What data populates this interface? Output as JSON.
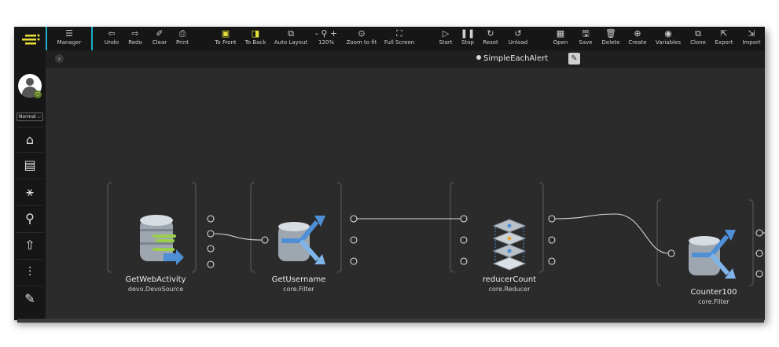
{
  "toolbar": {
    "items": [
      {
        "label": "Manager",
        "icon": "list-icon"
      },
      {
        "label": "Undo",
        "icon": "undo-icon"
      },
      {
        "label": "Redo",
        "icon": "redo-icon"
      },
      {
        "label": "Clear",
        "icon": "broom-icon"
      },
      {
        "label": "Print",
        "icon": "printer-icon"
      },
      {
        "label": "To Front",
        "icon": "bring-to-front-icon"
      },
      {
        "label": "To Back",
        "icon": "send-to-back-icon"
      },
      {
        "label": "Auto Layout",
        "icon": "auto-layout-icon"
      },
      {
        "label": "120%",
        "icon": "zoom-icon"
      },
      {
        "label": "Zoom to fit",
        "icon": "zoom-fit-icon"
      },
      {
        "label": "Full Screen",
        "icon": "fullscreen-icon"
      },
      {
        "label": "Start",
        "icon": "play-icon"
      },
      {
        "label": "Stop",
        "icon": "pause-icon"
      },
      {
        "label": "Reset",
        "icon": "reset-icon"
      },
      {
        "label": "Unload",
        "icon": "unload-icon"
      },
      {
        "label": "Open",
        "icon": "grid-icon"
      },
      {
        "label": "Save",
        "icon": "save-icon"
      },
      {
        "label": "Delete",
        "icon": "trash-icon"
      },
      {
        "label": "Create",
        "icon": "plus-circle-icon"
      },
      {
        "label": "Variables",
        "icon": "eye-icon"
      },
      {
        "label": "Clone",
        "icon": "clone-icon"
      },
      {
        "label": "Export",
        "icon": "export-icon"
      },
      {
        "label": "Import",
        "icon": "import-icon"
      }
    ]
  },
  "flow": {
    "title": "SimpleEachAlert"
  },
  "sidebar": {
    "mode": "Normal",
    "items": [
      {
        "icon": "home-icon"
      },
      {
        "icon": "dashboard-icon"
      },
      {
        "icon": "network-icon"
      },
      {
        "icon": "search-icon"
      },
      {
        "icon": "cloud-upload-icon"
      },
      {
        "icon": "sliders-icon"
      },
      {
        "icon": "edit-icon"
      }
    ]
  },
  "nodes": [
    {
      "name": "GetWebActivity",
      "type": "devo.DevoSource",
      "icon": "database-source-icon"
    },
    {
      "name": "GetUsername",
      "type": "core.Filter",
      "icon": "filter-icon"
    },
    {
      "name": "reducerCount",
      "type": "core.Reducer",
      "icon": "reducer-icon"
    },
    {
      "name": "Counter100",
      "type": "core.Filter",
      "icon": "filter-icon"
    }
  ],
  "colors": {
    "accent": "#1ab0c8",
    "toolbar_bg": "#161616",
    "canvas_bg": "#2b2b2b",
    "node_blue": "#4e8fd6",
    "highlight_yellow": "#e8e03a"
  }
}
